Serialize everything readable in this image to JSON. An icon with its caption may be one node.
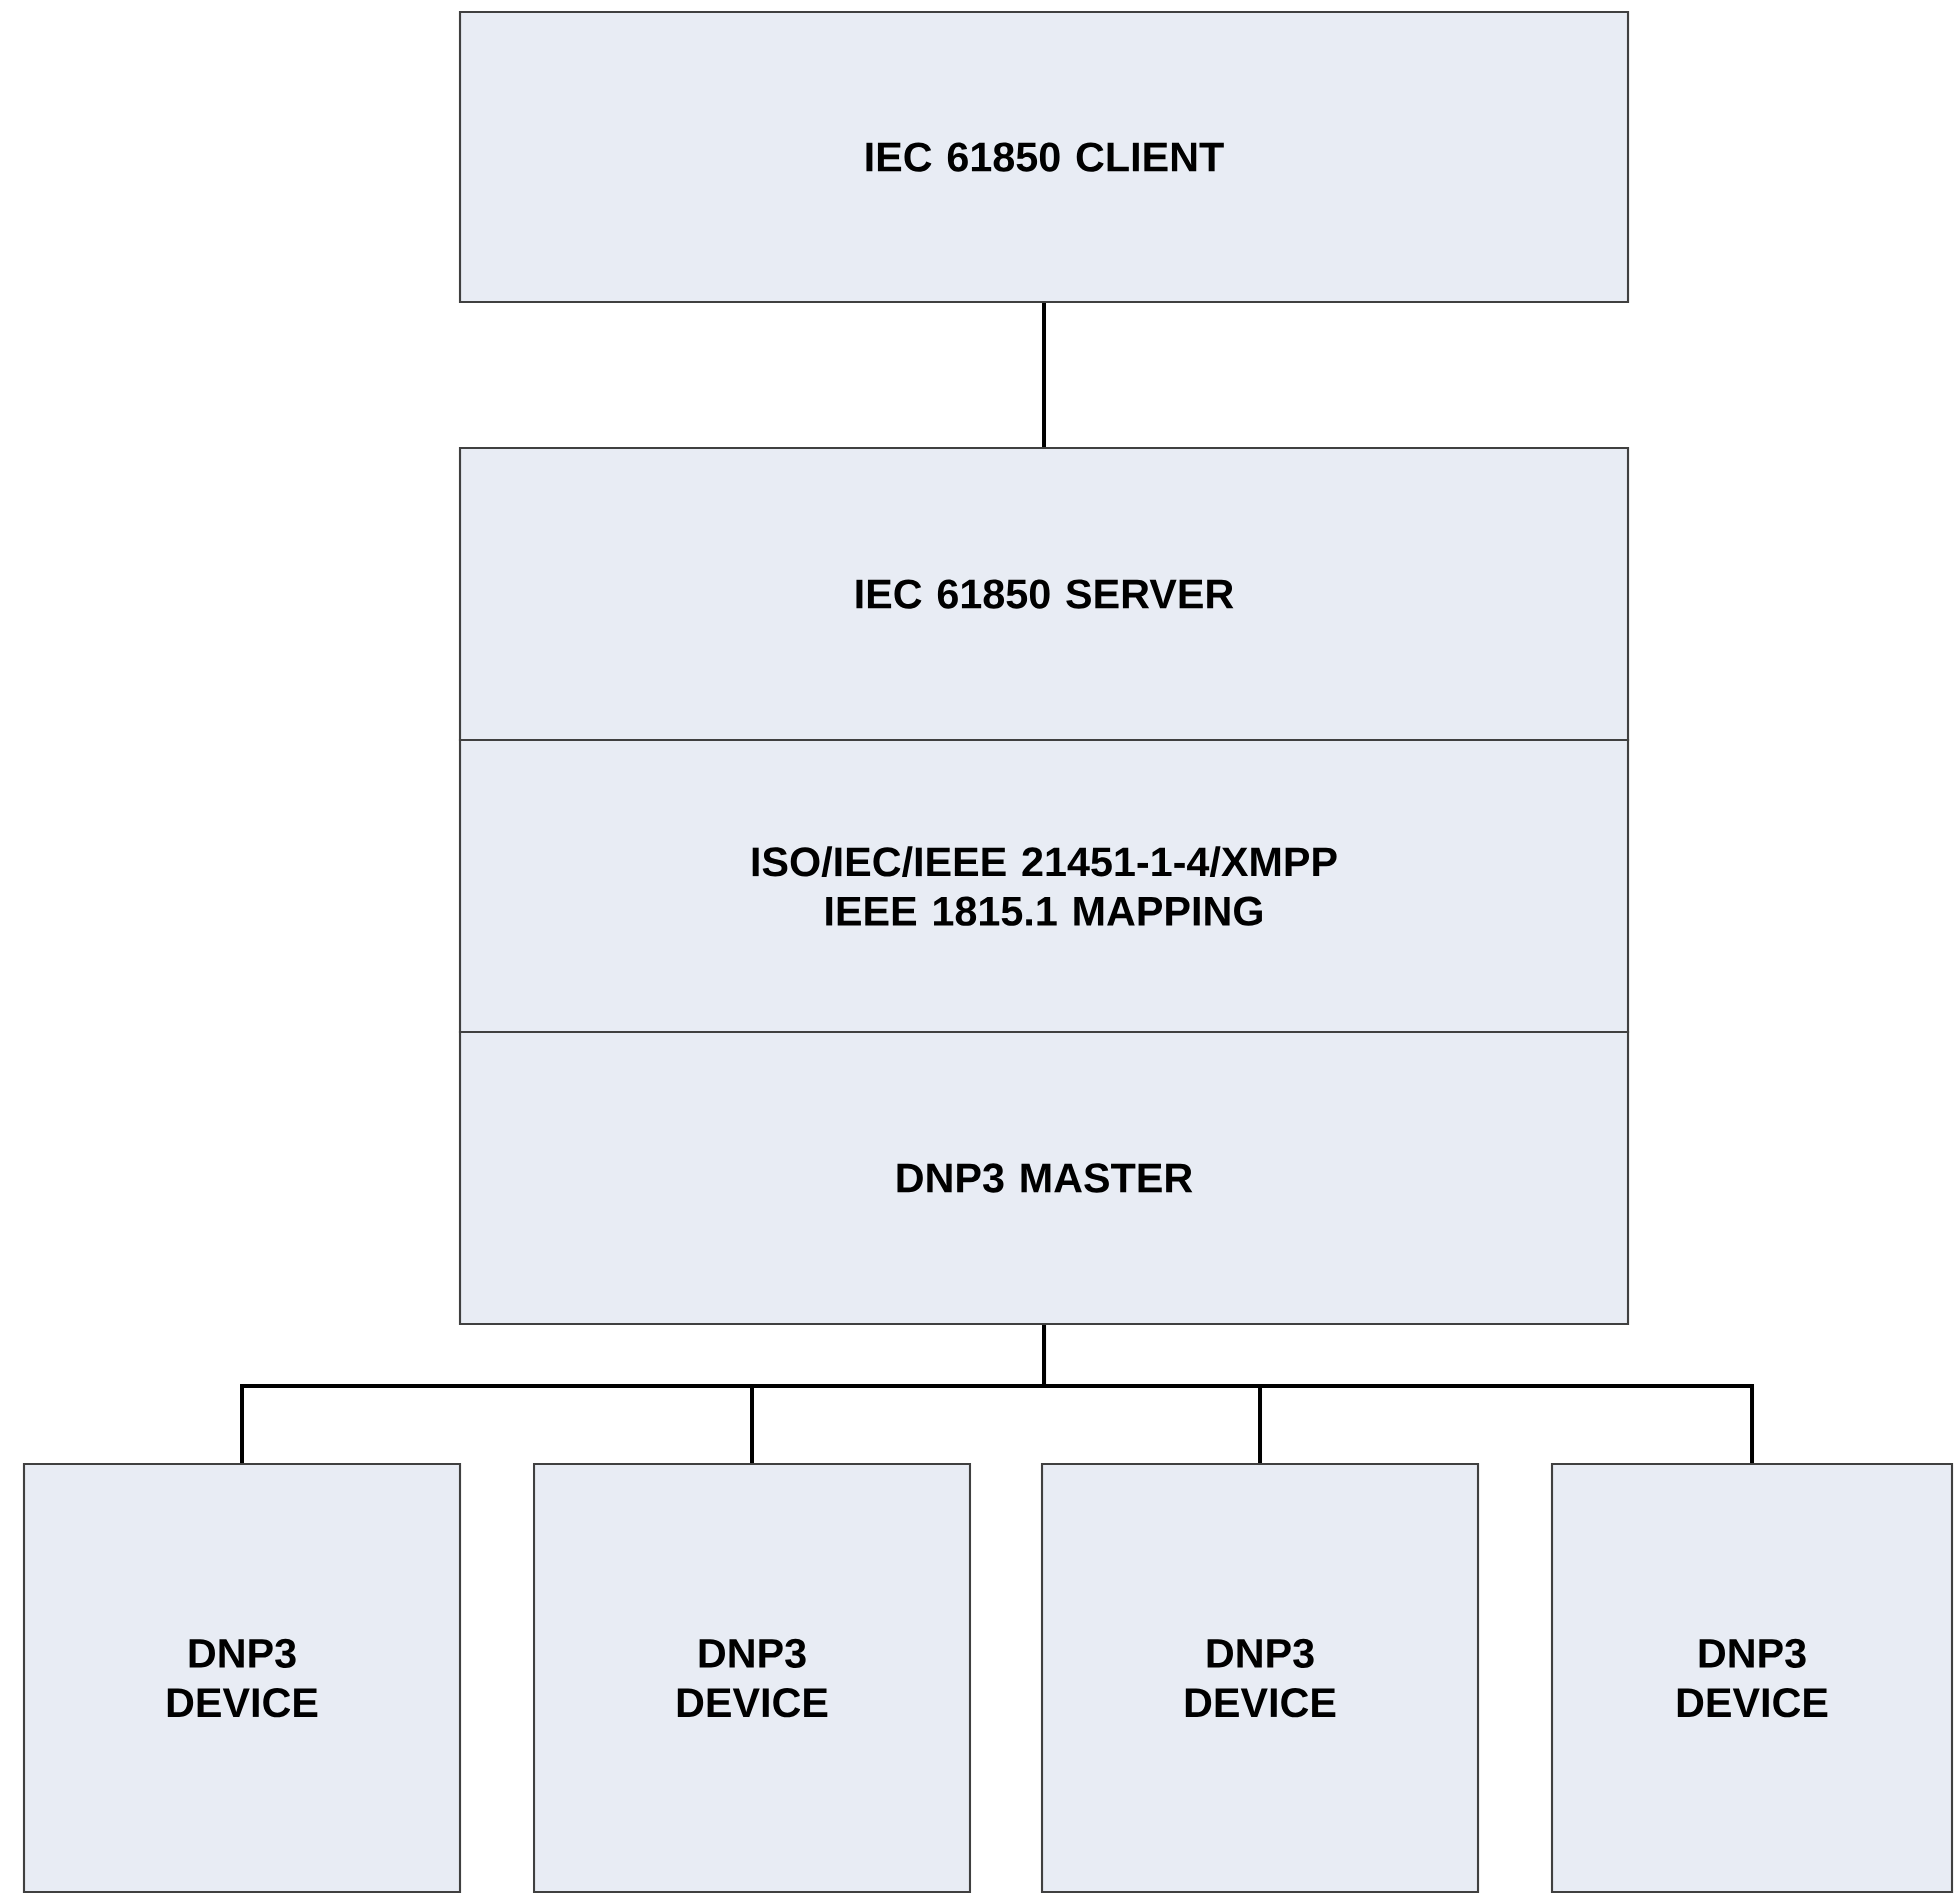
{
  "diagram": {
    "nodes": [
      {
        "text": [
          "IEC 61850 CLIENT"
        ]
      },
      {
        "text": [
          "IEC 61850 SERVER"
        ]
      },
      {
        "text": [
          "ISO/IEC/IEEE 21451-1-4/XMPP IEEE 1815.1 MAPPING"
        ]
      },
      {
        "text": [
          "DNP3 MASTER"
        ]
      },
      {
        "text": [
          "DNP3 DEVICE"
        ]
      },
      {
        "text": [
          "DNP3 DEVICE"
        ]
      },
      {
        "text": [
          "DNP3 DEVICE"
        ]
      },
      {
        "text": [
          "DNP3 DEVICE"
        ]
      }
    ],
    "edges": [
      {
        "from": 0,
        "to": 1,
        "arrow": "none"
      },
      {
        "from": 3,
        "to": 4,
        "arrow": "none"
      },
      {
        "from": 3,
        "to": 5,
        "arrow": "none"
      },
      {
        "from": 3,
        "to": 6,
        "arrow": "none"
      },
      {
        "from": 3,
        "to": 7,
        "arrow": "none"
      }
    ]
  }
}
